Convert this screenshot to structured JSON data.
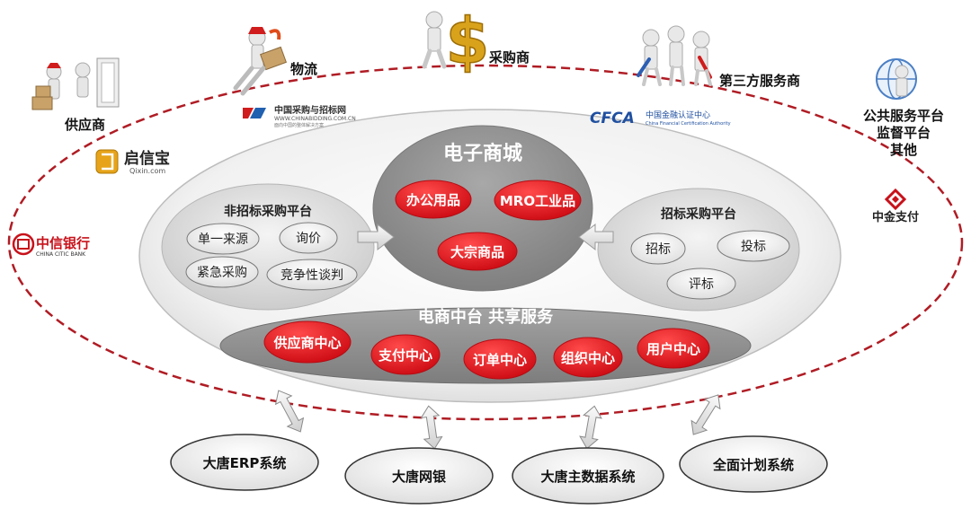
{
  "stakeholders": {
    "supplier": "供应商",
    "logistics": "物流",
    "purchaser": "采购商",
    "third_party": "第三方服务商",
    "public_platform": "公共服务平台",
    "supervision": "监督平台",
    "others": "其他"
  },
  "logos": {
    "chinabidding_cn": "中国采购与招标网",
    "chinabidding_en": "WWW.CHINABIDDING.COM.CN",
    "chinabidding_sub": "面向中国的整体解决方案",
    "cfca": "CFCA",
    "cfca_cn": "中国金融认证中心",
    "cfca_en": "China Financial Certification Authority",
    "qixin_cn": "启信宝",
    "qixin_en": "Qixin.com",
    "citic_cn": "中信银行",
    "citic_en": "CHINA CITIC BANK",
    "zhongjin": "中金支付"
  },
  "mall": {
    "title": "电子商城",
    "items": [
      "办公用品",
      "MRO工业品",
      "大宗商品"
    ]
  },
  "non_bidding": {
    "title": "非招标采购平台",
    "items": [
      "单一来源",
      "询价",
      "紧急采购",
      "竞争性谈判"
    ]
  },
  "bidding": {
    "title": "招标采购平台",
    "items": [
      "招标",
      "投标",
      "评标"
    ]
  },
  "middle": {
    "title": "电商中台 共享服务",
    "items": [
      "供应商中心",
      "支付中心",
      "订单中心",
      "组织中心",
      "用户中心"
    ]
  },
  "systems": [
    "大唐ERP系统",
    "大唐网银",
    "大唐主数据系统",
    "全面计划系统"
  ],
  "colors": {
    "red": "#e3111b",
    "dash": "#b01c24",
    "grey_dark": "#8c8c8c",
    "grey_light": "#e4e4e4"
  }
}
